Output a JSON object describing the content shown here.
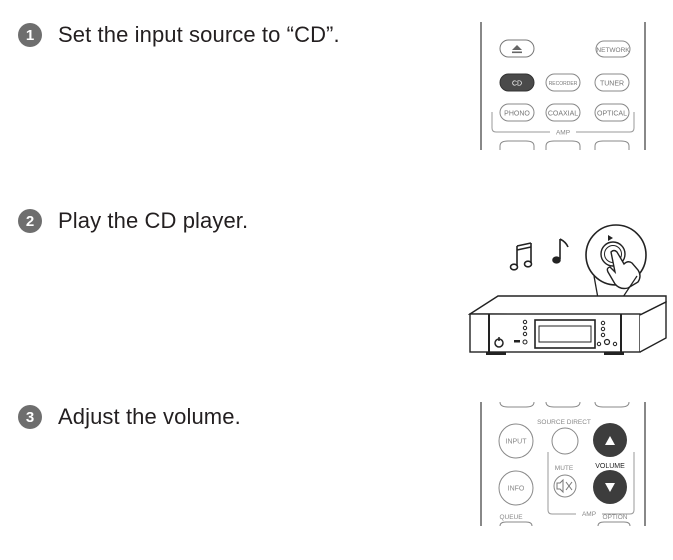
{
  "steps": [
    {
      "number": "1",
      "text": "Set the input source to “CD”."
    },
    {
      "number": "2",
      "text": "Play the CD player."
    },
    {
      "number": "3",
      "text": "Adjust the volume."
    }
  ],
  "remote1": {
    "network": "NETWORK",
    "cd": "CD",
    "recorder": "RECORDER",
    "tuner": "TUNER",
    "phono": "PHONO",
    "coaxial": "COAXIAL",
    "optical": "OPTICAL",
    "amp": "AMP"
  },
  "remote3": {
    "source_direct": "SOURCE DIRECT",
    "input": "INPUT",
    "mute": "MUTE",
    "volume": "VOLUME",
    "info": "INFO",
    "amp": "AMP",
    "queue": "QUEUE",
    "option": "OPTION"
  },
  "icons": {
    "eject": "eject-icon",
    "play": "play-icon",
    "notes": "music-note-icon",
    "mute": "speaker-mute-icon",
    "vol_up": "triangle-up-icon",
    "vol_down": "triangle-down-icon"
  }
}
